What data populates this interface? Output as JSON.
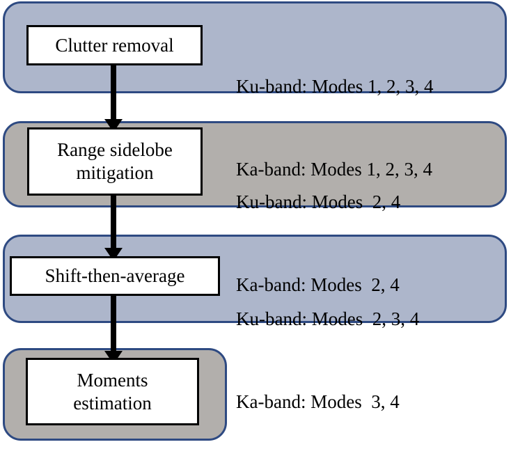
{
  "diagram": {
    "title": "Radar signal processing chain by band and mode",
    "colors": {
      "panel_blue": "#adb6cb",
      "panel_gray": "#b2afac",
      "panel_border": "#2e4a82",
      "box_fill": "#ffffff",
      "box_border": "#000000",
      "arrow": "#000000",
      "text": "#000000",
      "background": "#ffffff"
    },
    "stages": [
      {
        "id": "clutter-removal",
        "panel_color": "blue",
        "box_label": "Clutter removal",
        "notes": [
          "Ku-band: Modes 1, 2, 3, 4",
          "Ka-band: Modes 1, 2, 3, 4"
        ]
      },
      {
        "id": "range-sidelobe-mitigation",
        "panel_color": "gray",
        "box_label": "Range sidelobe\nmitigation",
        "notes": [
          "Ku-band: Modes  2, 4",
          "Ka-band: Modes  2, 4"
        ]
      },
      {
        "id": "shift-then-average",
        "panel_color": "blue",
        "box_label": "Shift-then-average",
        "notes": [
          "Ku-band: Modes  2, 3, 4",
          "Ka-band: Modes  3, 4"
        ]
      },
      {
        "id": "moments-estimation",
        "panel_color": "gray",
        "box_label": "Moments\nestimation",
        "notes": []
      }
    ],
    "arrows": [
      {
        "from": "clutter-removal",
        "to": "range-sidelobe-mitigation"
      },
      {
        "from": "range-sidelobe-mitigation",
        "to": "shift-then-average"
      },
      {
        "from": "shift-then-average",
        "to": "moments-estimation"
      }
    ]
  }
}
